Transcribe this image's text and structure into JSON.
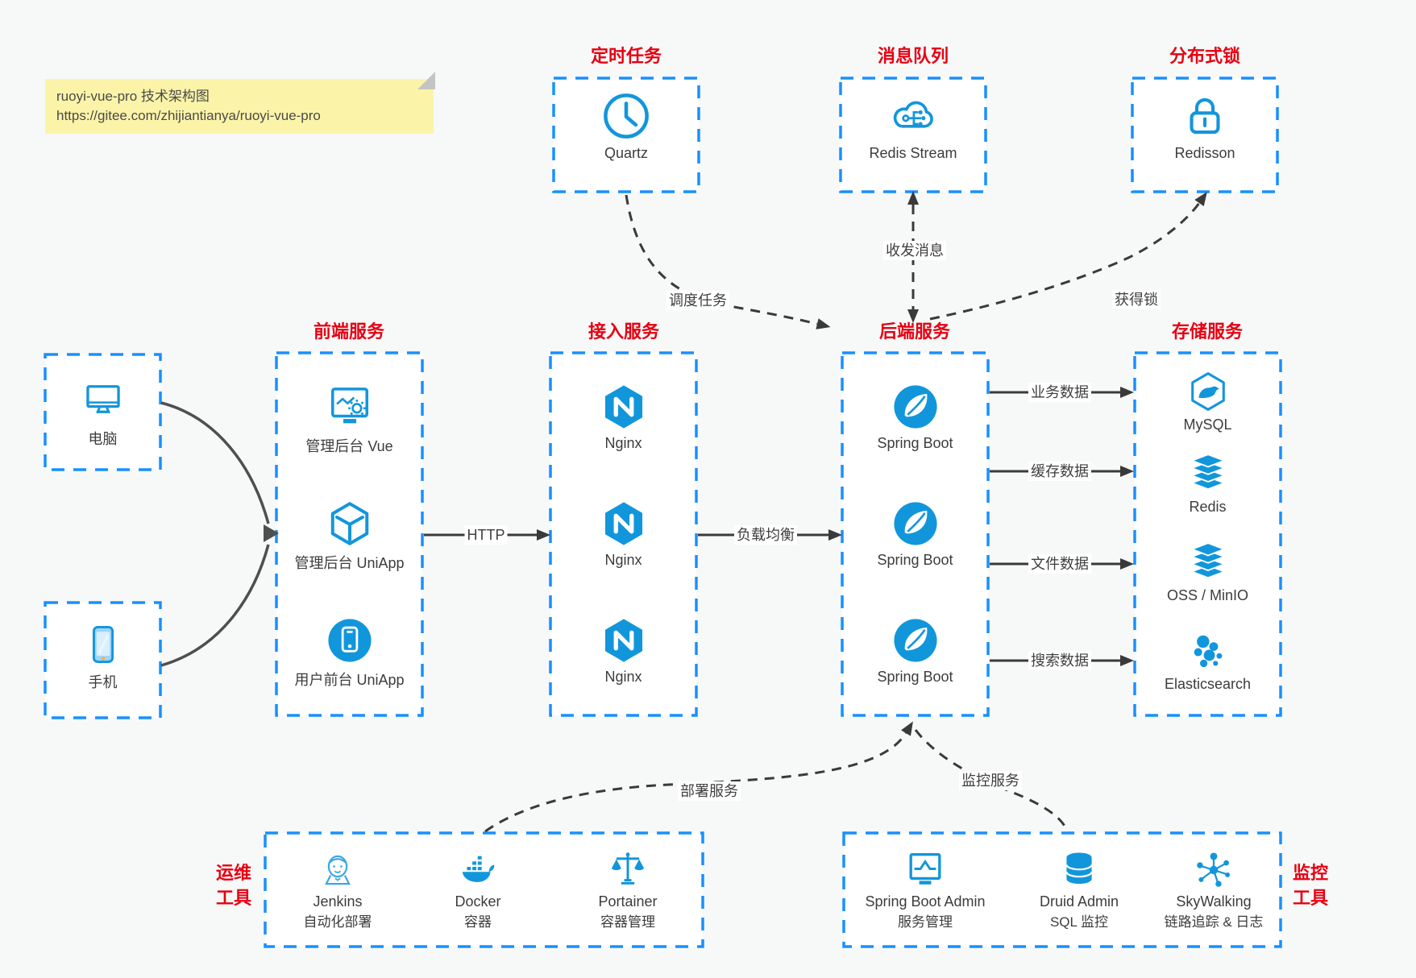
{
  "note": {
    "line1": "ruoyi-vue-pro 技术架构图",
    "line2": "https://gitee.com/zhijiantianya/ruoyi-vue-pro"
  },
  "colors": {
    "accent_blue": "#1890ff",
    "icon_blue": "#1296db",
    "title_red": "#e60012",
    "arrow_dark": "#3a3a3a",
    "note_bg": "#fbf4a8",
    "page_bg": "#f7f8f8"
  },
  "top_services": [
    {
      "title": "定时任务",
      "label": "Quartz",
      "icon": "clock-icon"
    },
    {
      "title": "消息队列",
      "label": "Redis Stream",
      "icon": "cloud-stream-icon"
    },
    {
      "title": "分布式锁",
      "label": "Redisson",
      "icon": "lock-icon"
    }
  ],
  "clients": [
    {
      "label": "电脑",
      "icon": "desktop-icon"
    },
    {
      "label": "手机",
      "icon": "mobile-icon"
    }
  ],
  "columns": [
    {
      "title": "前端服务",
      "items": [
        {
          "label": "管理后台 Vue",
          "icon": "admin-monitor-gear-icon"
        },
        {
          "label": "管理后台 UniApp",
          "icon": "cube-icon"
        },
        {
          "label": "用户前台 UniApp",
          "icon": "mobile-circle-icon"
        }
      ]
    },
    {
      "title": "接入服务",
      "items": [
        {
          "label": "Nginx",
          "icon": "nginx-icon"
        },
        {
          "label": "Nginx",
          "icon": "nginx-icon"
        },
        {
          "label": "Nginx",
          "icon": "nginx-icon"
        }
      ]
    },
    {
      "title": "后端服务",
      "items": [
        {
          "label": "Spring Boot",
          "icon": "spring-boot-icon"
        },
        {
          "label": "Spring Boot",
          "icon": "spring-boot-icon"
        },
        {
          "label": "Spring Boot",
          "icon": "spring-boot-icon"
        }
      ]
    },
    {
      "title": "存储服务",
      "items": [
        {
          "label": "MySQL",
          "icon": "mysql-icon"
        },
        {
          "label": "Redis",
          "icon": "layer-stack-icon"
        },
        {
          "label": "OSS / MinIO",
          "icon": "layer-stack-icon"
        },
        {
          "label": "Elasticsearch",
          "icon": "elasticsearch-icon"
        }
      ]
    }
  ],
  "edges": {
    "schedule": "调度任务",
    "message": "收发消息",
    "lock": "获得锁",
    "http": "HTTP",
    "load_balance": "负载均衡",
    "business": "业务数据",
    "cache": "缓存数据",
    "file": "文件数据",
    "search": "搜索数据",
    "deploy": "部署服务",
    "monitor": "监控服务"
  },
  "bottom_groups": [
    {
      "side": [
        "运维",
        "工具"
      ],
      "items": [
        {
          "name": "Jenkins",
          "sub": "自动化部署",
          "icon": "jenkins-icon"
        },
        {
          "name": "Docker",
          "sub": "容器",
          "icon": "docker-whale-icon"
        },
        {
          "name": "Portainer",
          "sub": "容器管理",
          "icon": "scales-icon"
        }
      ]
    },
    {
      "side": [
        "监控",
        "工具"
      ],
      "items": [
        {
          "name": "Spring Boot Admin",
          "sub": "服务管理",
          "icon": "admin-chart-icon"
        },
        {
          "name": "Druid Admin",
          "sub": "SQL 监控",
          "icon": "database-icon"
        },
        {
          "name": "SkyWalking",
          "sub": "链路追踪 & 日志",
          "icon": "node-graph-icon"
        }
      ]
    }
  ]
}
